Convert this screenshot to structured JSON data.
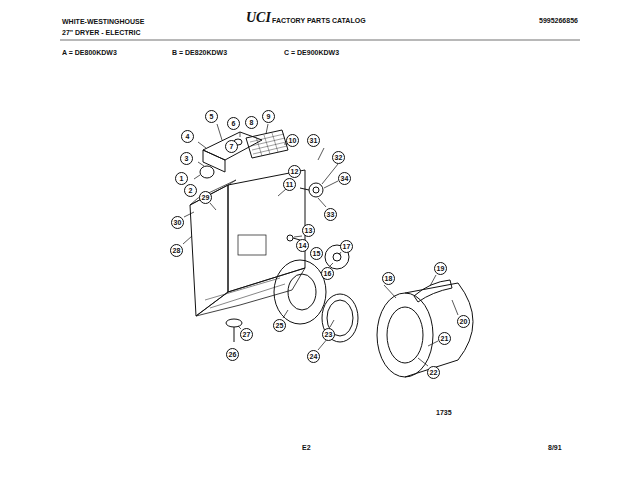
{
  "diagram": {
    "labels": [
      "WHITE-WESTINGHOUSE",
      "27\" DRYER - ELECTRIC",
      "UCI",
      "FACTORY PARTS CATALOG",
      "5995266856",
      "A = DE800KDW3",
      "B = DE820KDW3",
      "C = DE900KDW3",
      "1735",
      "E2",
      "8/91",
      "1",
      "2",
      "3",
      "4",
      "5",
      "6",
      "7",
      "8",
      "9",
      "10",
      "11",
      "12",
      "13",
      "14",
      "15",
      "16",
      "17",
      "18",
      "19",
      "20",
      "21",
      "22",
      "23",
      "24",
      "25",
      "26",
      "27",
      "28",
      "29",
      "30",
      "31",
      "32",
      "33",
      "34"
    ]
  }
}
